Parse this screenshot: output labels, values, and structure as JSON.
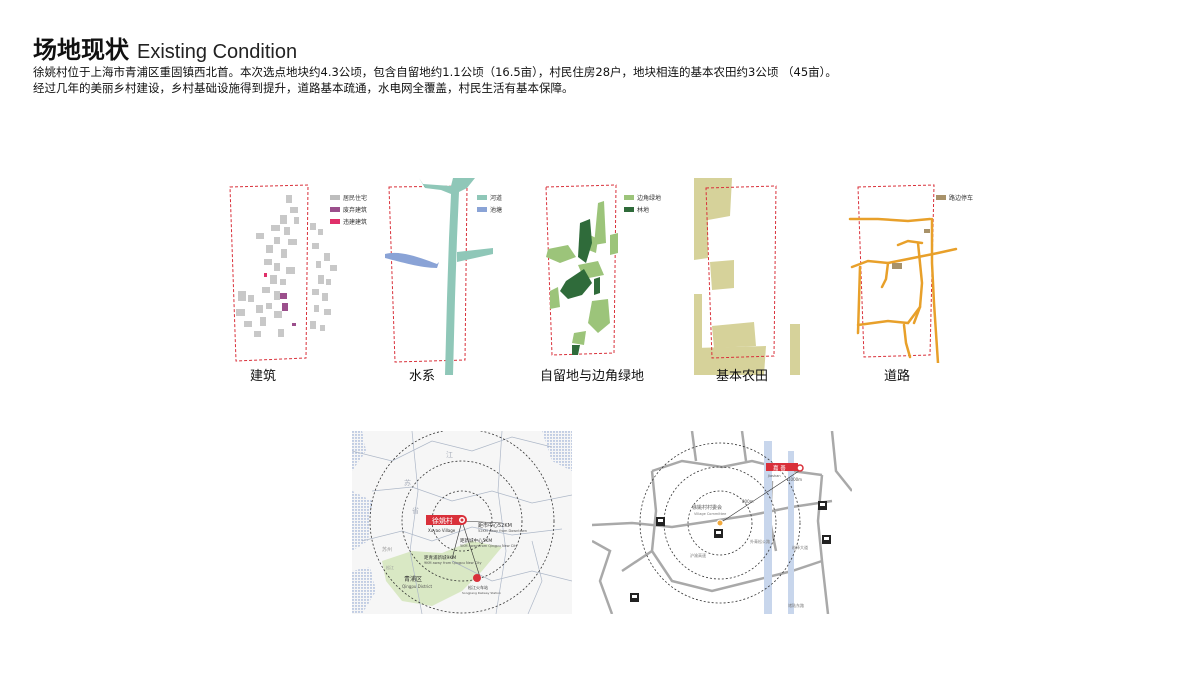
{
  "header": {
    "title_zh": "场地现状",
    "title_en": "Existing Condition",
    "desc_line1": "徐姚村位于上海市青浦区重固镇西北首。本次选点地块约4.3公顷，包含自留地约1.1公顷（16.5亩），村民住房28户，地块相连的基本农田约3公顷 （45亩）。",
    "desc_line2": "经过几年的美丽乡村建设，乡村基础设施得到提升，道路基本疏通，水电网全覆盖，村民生活有基本保障。"
  },
  "panels": {
    "buildings": {
      "label": "建筑",
      "legend": [
        "居民住宅",
        "废弃建筑",
        "违建建筑"
      ],
      "colors": [
        "#bdbdbd",
        "#9b4f8c",
        "#e0306a"
      ]
    },
    "water": {
      "label": "水系",
      "legend": [
        "河道",
        "池塘"
      ],
      "colors": [
        "#8fc7b8",
        "#8aa3d6"
      ]
    },
    "green": {
      "label": "自留地与边角绿地",
      "legend": [
        "边角绿地",
        "林地"
      ],
      "colors": [
        "#9cc47a",
        "#2f6b3a"
      ]
    },
    "farmland": {
      "label": "基本农田",
      "color": "#d6d29a"
    },
    "roads": {
      "label": "道路",
      "legend": [
        "路边停车"
      ],
      "colors": [
        "#a8926a"
      ],
      "road_color": "#e8a02a"
    }
  },
  "map_left": {
    "village_label": "徐姚村",
    "village_en": "Xuyao Village",
    "district_label": "青浦区",
    "district_en": "Qingpu District",
    "dist1": "距市中心52KM",
    "dist1_en": "52KM away from Downtown",
    "dist2": "距新城中心5KM",
    "dist2_en": "5KM away from Qingpu New City",
    "dist3": "距青浦新城9KM",
    "dist3_en": "9KM away from Qingpu New City",
    "marker2_label": "松江火车站",
    "marker2_en": "Songjiang Railway Station",
    "region_labels": [
      "江",
      "苏",
      "省",
      "苏州",
      "松江"
    ]
  },
  "map_right": {
    "committee_label": "徐姚村村委会",
    "committee_en": "Village Committee",
    "dist_label": "800m",
    "dist_label2": "1000m",
    "station_label": "嘉 善",
    "station_en": "Jiashan",
    "road_labels": [
      "沪渝高速",
      "崧泽大道",
      "外青松公路",
      "诸陆东路"
    ]
  }
}
